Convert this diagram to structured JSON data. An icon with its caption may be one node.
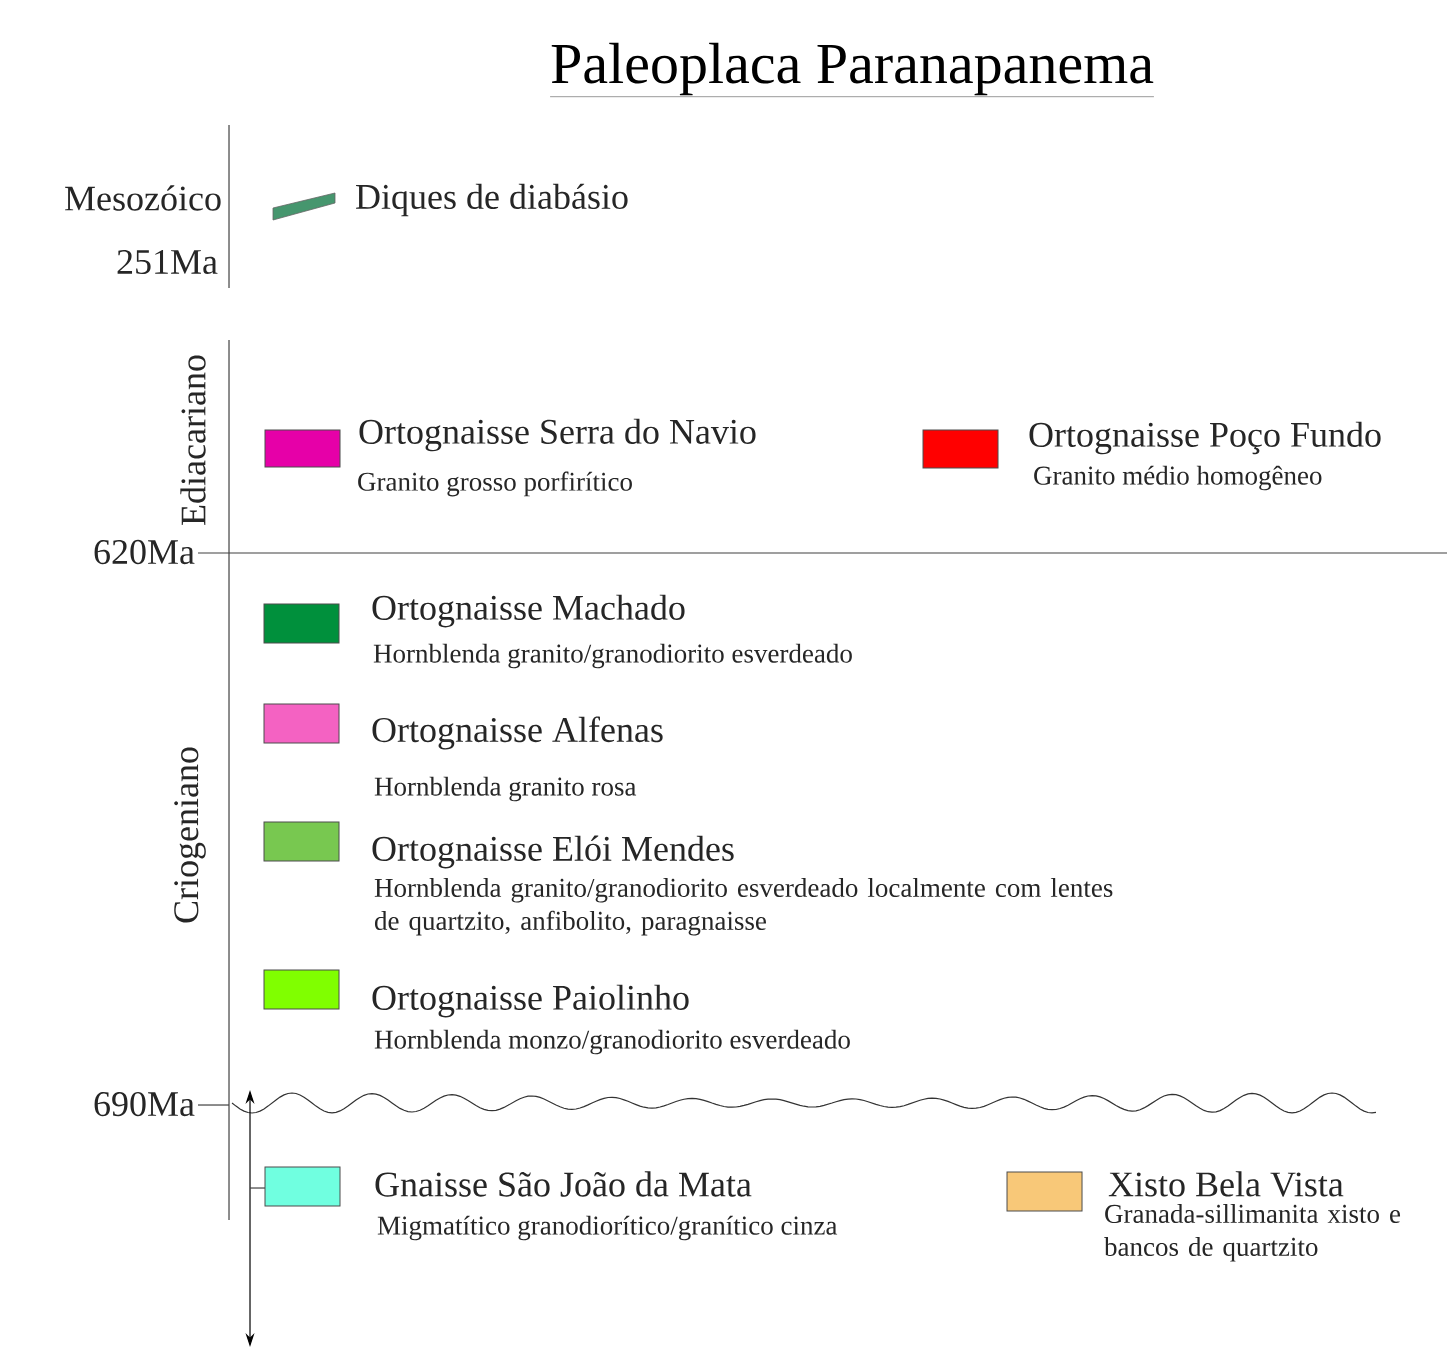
{
  "diagram": {
    "title": "Paleoplaca Paranapanema",
    "labels": [
      "Mesozóico",
      "251Ma",
      "Ediacariano",
      "Granito grosso porfirítico",
      "Granito médio homogêneo",
      "620Ma",
      "Hornblenda granito/granodiorito esverdeado",
      "Criogeniano",
      "Hornblenda granito rosa",
      "Hornblenda granito/granodiorito esverdeado localmente com lentes de quartzito, anfibolito, paragnaisse",
      "Hornblenda monzo/granodiorito esverdeado",
      "690Ma",
      "Migmatítico granodiorítico/granítico cinza",
      "Granada-sillimanita xisto e bancos de quartzito"
    ],
    "legend": [
      {
        "text": "Diques de diabásio"
      },
      {
        "text": "Ortognaisse Serra do Navio",
        "color": "#e600a8"
      },
      {
        "text": "Ortognaisse Poço Fundo",
        "color": "#ff0000"
      },
      {
        "text": "Ortognaisse Machado",
        "color": "#00903c"
      },
      {
        "text": "Ortognaisse Alfenas",
        "color": "#f462c2"
      },
      {
        "text": "Ortognaisse Elói Mendes",
        "color": "#78c850"
      },
      {
        "text": "Ortognaisse Paiolinho",
        "color": "#80ff00"
      },
      {
        "text": "Gnaisse São João da Mata",
        "color": "#70ffe0"
      },
      {
        "text": "Xisto Bela Vista",
        "color": "#f8c878"
      }
    ]
  }
}
